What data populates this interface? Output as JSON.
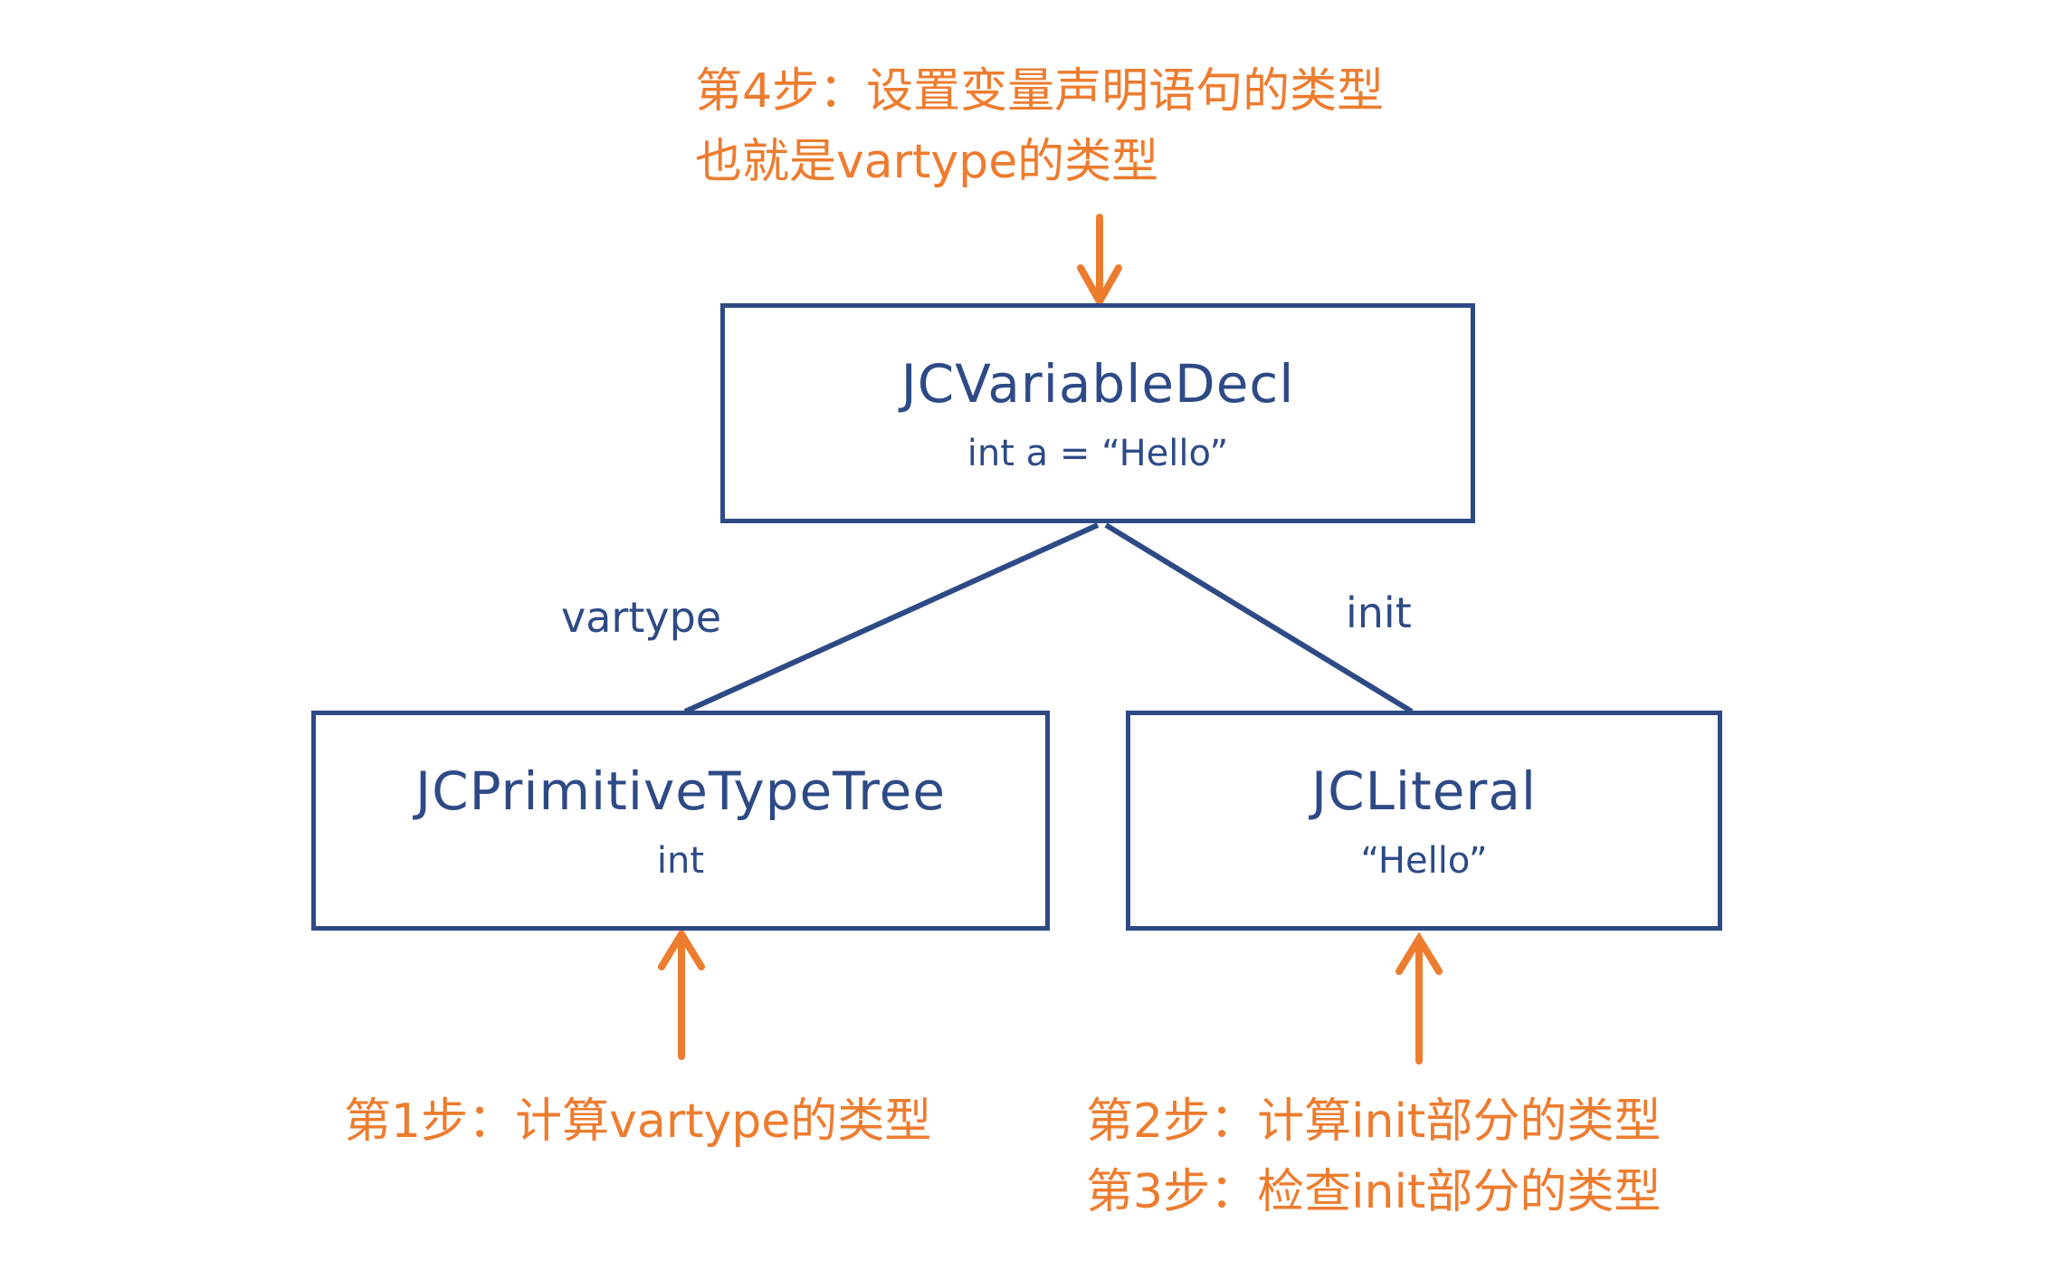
{
  "colors": {
    "navy": "#2e4a86",
    "orange": "#ed7c2f",
    "background": "#ffffff"
  },
  "annotations": {
    "step4_line1": "第4步：设置变量声明语句的类型",
    "step4_line2": "也就是vartype的类型",
    "step1": "第1步：计算vartype的类型",
    "step2": "第2步：计算init部分的类型",
    "step3": "第3步：检查init部分的类型"
  },
  "tree": {
    "root": {
      "title": "JCVariableDecl",
      "subtitle": "int a = “Hello”"
    },
    "edges": {
      "left_label": "vartype",
      "right_label": "init"
    },
    "left_child": {
      "title": "JCPrimitiveTypeTree",
      "subtitle": "int"
    },
    "right_child": {
      "title": "JCLiteral",
      "subtitle": "“Hello”"
    }
  }
}
